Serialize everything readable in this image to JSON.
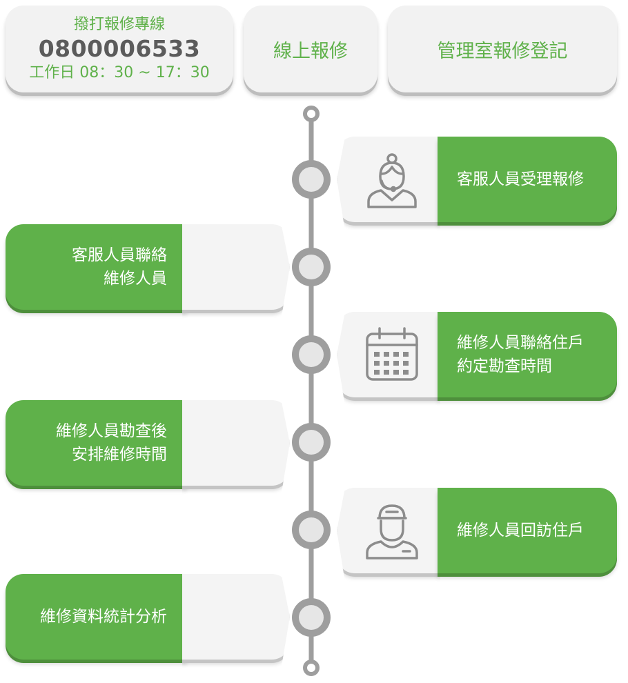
{
  "header": {
    "phone_card": {
      "label": "撥打報修專線",
      "phone": "0800006533",
      "hours": "工作日 08：30 ~ 17：30"
    },
    "online_card": {
      "label": "線上報修"
    },
    "office_card": {
      "label": "管理室報修登記"
    }
  },
  "steps": [
    {
      "label": "客服人員受理報修",
      "icon": "customer-service-agent-icon",
      "side": "right"
    },
    {
      "label": "客服人員聯絡\n維修人員",
      "icon": "chat-people-icon",
      "side": "left"
    },
    {
      "label": "維修人員聯絡住戶\n約定勘查時間",
      "icon": "calendar-icon",
      "side": "right"
    },
    {
      "label": "維修人員勘查後\n安排維修時間",
      "icon": "clock-icon",
      "side": "left"
    },
    {
      "label": "維修人員回訪住戶",
      "icon": "technician-icon",
      "side": "right"
    },
    {
      "label": "維修資料統計分析",
      "icon": "bar-chart-search-icon",
      "side": "left"
    }
  ],
  "colors": {
    "accent_green": "#5fb14a",
    "panel_gray": "#f4f4f4",
    "timeline_gray": "#9e9e9e",
    "icon_gray": "#8c8c8c"
  }
}
